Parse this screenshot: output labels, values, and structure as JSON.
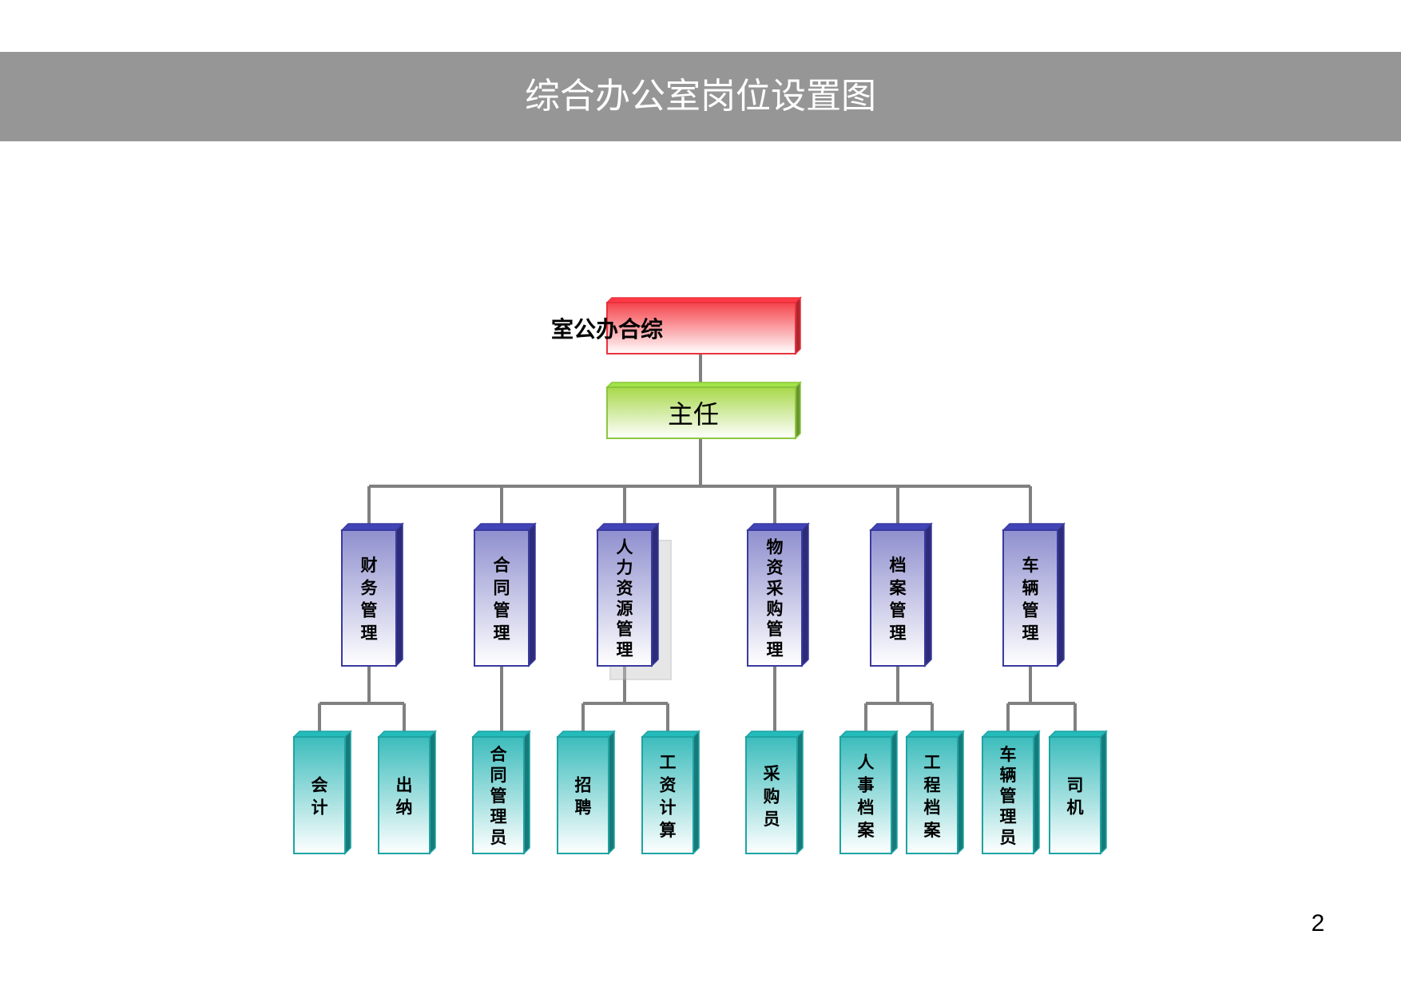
{
  "page": {
    "title": "综合办公室岗位设置图",
    "page_number": "2"
  },
  "colors": {
    "banner": "#969696",
    "root_border": "#e8323c",
    "director_border": "#8cc63f",
    "dept_border": "#3a3aa0",
    "post_border": "#1fa3a3",
    "connector": "#808080"
  },
  "org": {
    "root": {
      "label": "室公办合综"
    },
    "director": {
      "label": "主任"
    },
    "departments": [
      {
        "label": "财务管理",
        "posts": [
          {
            "label": "会计"
          },
          {
            "label": "出纳"
          }
        ]
      },
      {
        "label": "合同管理",
        "posts": [
          {
            "label": "合同管理员"
          }
        ]
      },
      {
        "label": "人力资源管理",
        "posts": [
          {
            "label": "招聘"
          },
          {
            "label": "工资计算"
          }
        ]
      },
      {
        "label": "物资采购管理",
        "posts": [
          {
            "label": "采购员"
          }
        ]
      },
      {
        "label": "档案管理",
        "posts": [
          {
            "label": "人事档案"
          },
          {
            "label": "工程档案"
          }
        ]
      },
      {
        "label": "车辆管理",
        "posts": [
          {
            "label": "车辆管理员"
          },
          {
            "label": "司机"
          }
        ]
      }
    ]
  }
}
